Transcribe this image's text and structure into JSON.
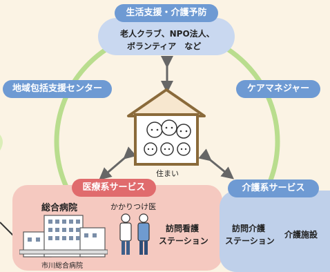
{
  "top": {
    "title": "生活支援・介護予防",
    "line1": "老人クラブ、NPO法人、",
    "line2": "ボランティア　など"
  },
  "left_label": "地域包括支援センター",
  "right_label": "ケアマネジャー",
  "center": {
    "caption": "住まい"
  },
  "medical": {
    "title": "医療系サービス",
    "hospital": "総合病院",
    "hospital_sign": "市川総合病院",
    "doctor": "かかりつけ医",
    "nursing_line1": "訪問看護",
    "nursing_line2": "ステーション"
  },
  "care": {
    "title": "介護系サービス",
    "visit_line1": "訪問介護",
    "visit_line2": "ステーション",
    "facility": "介護施設"
  },
  "colors": {
    "ring": "#b9dd8e",
    "blue": "#6e9ad3",
    "red": "#e06b6d",
    "pink_bg": "#f5c9c0",
    "blue_bg": "#bfd0ea",
    "top_bg": "#c9d8f0"
  }
}
